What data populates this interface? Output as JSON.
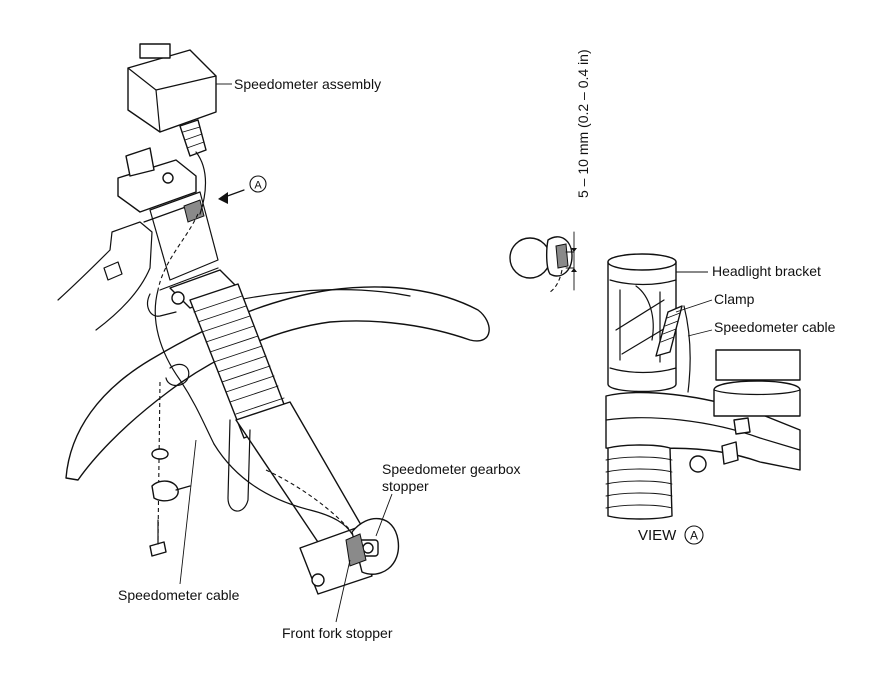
{
  "labels": {
    "speedometer_assembly": "Speedometer assembly",
    "view_marker": "A",
    "dimension": "5 – 10 mm (0.2 – 0.4 in)",
    "headlight_bracket": "Headlight bracket",
    "clamp": "Clamp",
    "speedometer_cable_right": "Speedometer cable",
    "gearbox_stopper_line1": "Speedometer gearbox",
    "gearbox_stopper_line2": "stopper",
    "speedometer_cable_left": "Speedometer cable",
    "front_fork_stopper": "Front fork stopper",
    "view_caption": "VIEW",
    "view_caption_marker": "A"
  }
}
